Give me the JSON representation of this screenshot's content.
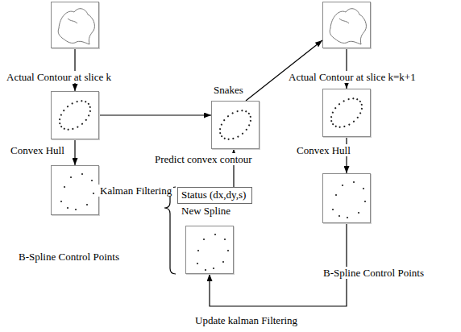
{
  "diagram": {
    "nodes": [
      {
        "text": [
          "Actual Contour at slice k"
        ]
      },
      {
        "text": [
          "Convex Hull"
        ]
      },
      {
        "text": [
          "B-Spline Control Points"
        ]
      },
      {
        "text": [
          "Status (dx,dy,s)"
        ]
      },
      {
        "text": [
          "New Spline"
        ]
      },
      {
        "text": [
          "Snakes"
        ]
      },
      {
        "text": [
          "Actual Contour at slice k=k+1"
        ]
      },
      {
        "text": [
          "Convex Hull"
        ]
      },
      {
        "text": [
          "B-Spline Control Points"
        ]
      }
    ],
    "edges": [
      {
        "from": 0,
        "to": 1,
        "arrow": "to"
      },
      {
        "from": 1,
        "to": 2,
        "arrow": "to"
      },
      {
        "from": 1,
        "to": 5,
        "arrow": "to"
      },
      {
        "from": 3,
        "to": 5,
        "label": "Predict convex contour",
        "arrow": "to"
      },
      {
        "from": 5,
        "to": 6,
        "arrow": "to"
      },
      {
        "from": 6,
        "to": 7,
        "arrow": "to"
      },
      {
        "from": 7,
        "to": 8,
        "arrow": "to"
      },
      {
        "from": 8,
        "to": 4,
        "label": "Update kalman Filtering",
        "arrow": "to"
      }
    ],
    "labels": [
      "Kalman Filtering"
    ]
  }
}
